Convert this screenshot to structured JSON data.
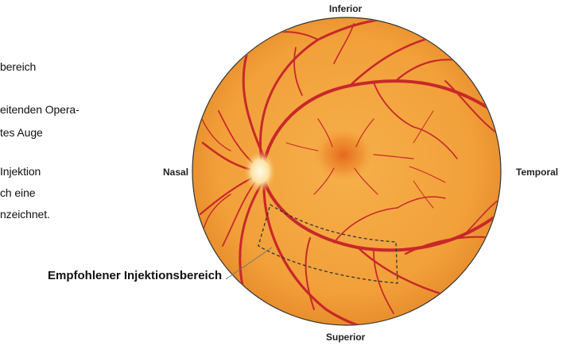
{
  "side_text": [
    "bereich",
    "eitenden Opera-",
    "tes Auge",
    "Injektion",
    "ch eine",
    "nzeichnet."
  ],
  "orientation": {
    "top": "Inferior",
    "bottom": "Superior",
    "left": "Nasal",
    "right": "Temporal"
  },
  "callout_label": "Empfohlener Injektionsbereich",
  "colors": {
    "fundus": "#f4a63c",
    "fundus_edge": "#e8892a",
    "macula": "#e36a1c",
    "vessel": "#c8282a",
    "optic_disc": "#fff4d6"
  }
}
